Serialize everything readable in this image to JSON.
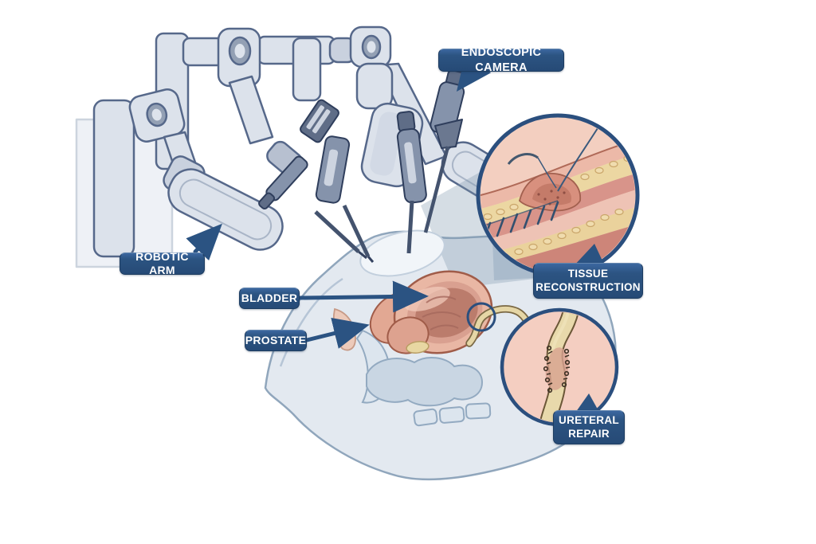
{
  "labels": {
    "endoscopic_camera": "ENDOSCOPIC CAMERA",
    "robotic_arm": "ROBOTIC ARM",
    "bladder": "BLADDER",
    "prostate": "PROSTATE",
    "tissue_reconstruction": "TISSUE RECONSTRUCTION",
    "ureteral_repair": "URETERAL REPAIR"
  },
  "colors": {
    "label_bg": "#2b5382",
    "label_text": "#ffffff",
    "callout_navy": "#2b5382",
    "inset_border": "#2b4f7e",
    "robot_fill": "#dce2eb",
    "robot_outline": "#56688a",
    "instrument_dark": "#8593ab",
    "body_fill": "#e3e9f0",
    "body_outline": "#90a6bc",
    "bladder_pink": "#e9b7a4",
    "ureter_beige": "#e5d6a6",
    "inset_skin_pink": "#f3cfc0",
    "fat_yellow": "#ecd7a2"
  }
}
